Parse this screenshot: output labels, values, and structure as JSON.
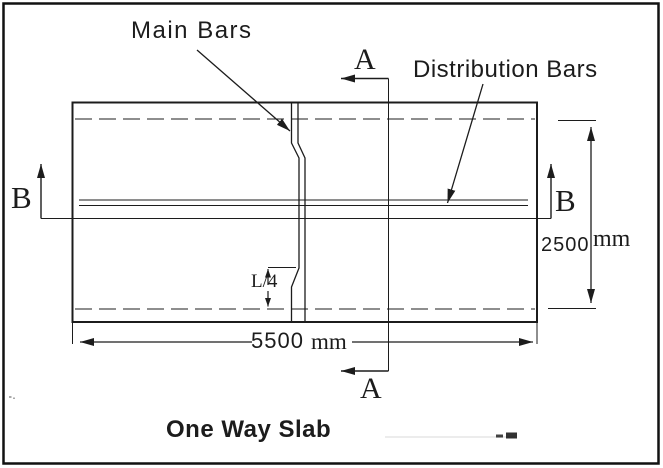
{
  "diagram": {
    "title": "One Way Slab",
    "labels": {
      "main_bars": "Main Bars",
      "distribution_bars": "Distribution Bars",
      "crank_offset": "L/4"
    },
    "sections": {
      "a": "A",
      "b": "B"
    },
    "dimensions": {
      "span": {
        "value": "5500",
        "unit": "mm"
      },
      "width": {
        "value": "2500",
        "unit": "mm"
      }
    },
    "colors": {
      "line": "#1c1c1c",
      "background": "#ffffff"
    }
  }
}
